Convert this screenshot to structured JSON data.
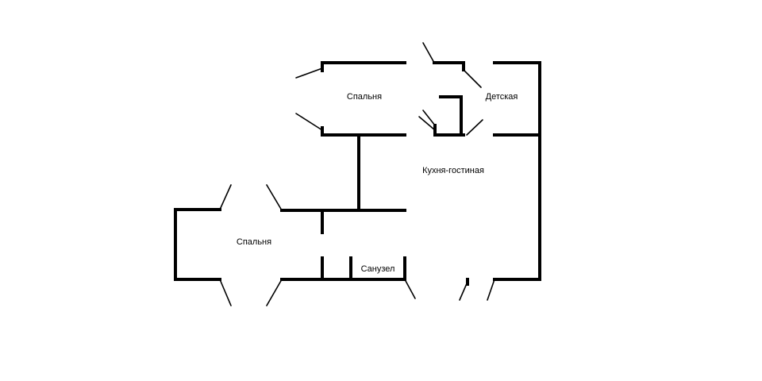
{
  "rooms": [
    {
      "id": "bedroom-top",
      "label": "Спальня"
    },
    {
      "id": "kids-room",
      "label": "Детская"
    },
    {
      "id": "kitchen-living",
      "label": "Кухня-гостиная"
    },
    {
      "id": "bedroom-bottom",
      "label": "Спальня"
    },
    {
      "id": "bathroom",
      "label": "Санузел"
    }
  ],
  "colors": {
    "background": "#ffffff",
    "wall": "#000000",
    "text": "#000000"
  }
}
